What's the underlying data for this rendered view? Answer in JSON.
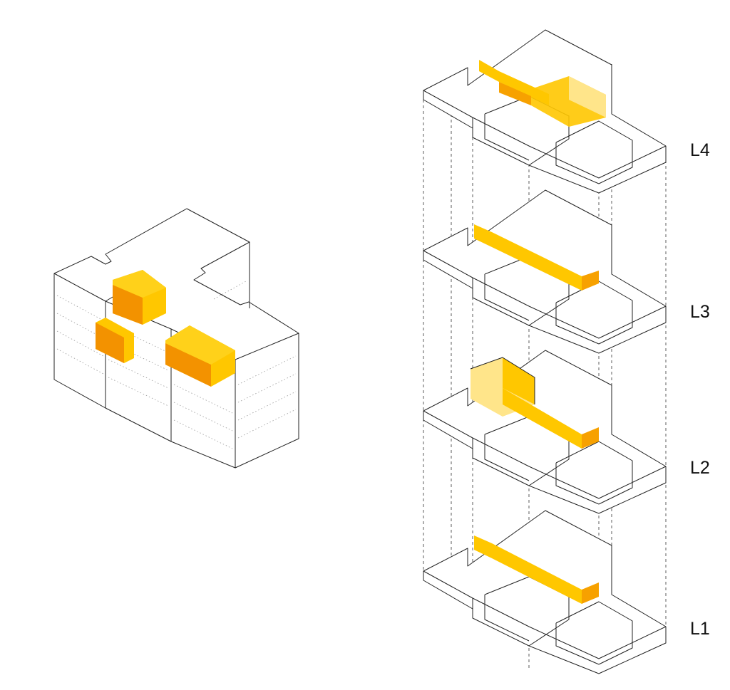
{
  "levels": {
    "l4": "L4",
    "l3": "L3",
    "l2": "L2",
    "l1": "L1"
  },
  "colors": {
    "highlight": "#ffc700",
    "highlight_dark": "#f7a100",
    "highlight_side": "#f39200",
    "highlight_light": "#ffe58a",
    "line": "#222222",
    "background": "#ffffff"
  }
}
